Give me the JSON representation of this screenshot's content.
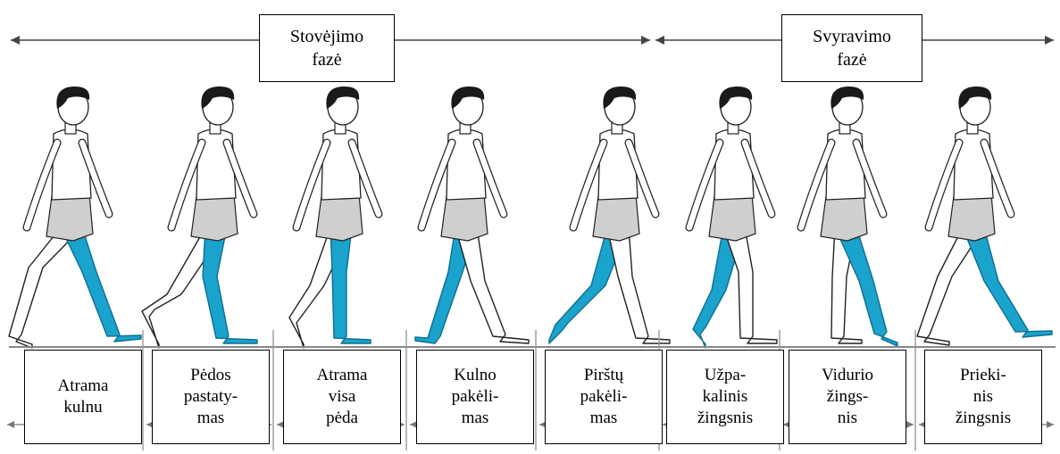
{
  "colors": {
    "stance_leg": "#1aa3cc",
    "stance_leg_stroke": "#0e6f8f",
    "shorts": "#cfcfcf",
    "hair": "#1a1a1a",
    "outline": "#222222"
  },
  "phases": [
    {
      "lines": [
        "Stovėjimo",
        "fazė"
      ]
    },
    {
      "lines": [
        "Svyravimo",
        "fazė"
      ]
    }
  ],
  "steps": [
    {
      "lines": [
        "Atrama",
        "kulnu"
      ]
    },
    {
      "lines": [
        "Pėdos",
        "pastaty-",
        "mas"
      ]
    },
    {
      "lines": [
        "Atrama",
        "visa",
        "pėda"
      ]
    },
    {
      "lines": [
        "Kulno",
        "pakėli-",
        "mas"
      ]
    },
    {
      "lines": [
        "Pirštų",
        "pakėli-",
        "mas"
      ]
    },
    {
      "lines": [
        "Užpa-",
        "kalinis",
        "žingsnis"
      ]
    },
    {
      "lines": [
        "Vidurio",
        "žings-",
        "nis"
      ]
    },
    {
      "lines": [
        "Prieki-",
        "nis",
        "žingsnis"
      ]
    }
  ]
}
